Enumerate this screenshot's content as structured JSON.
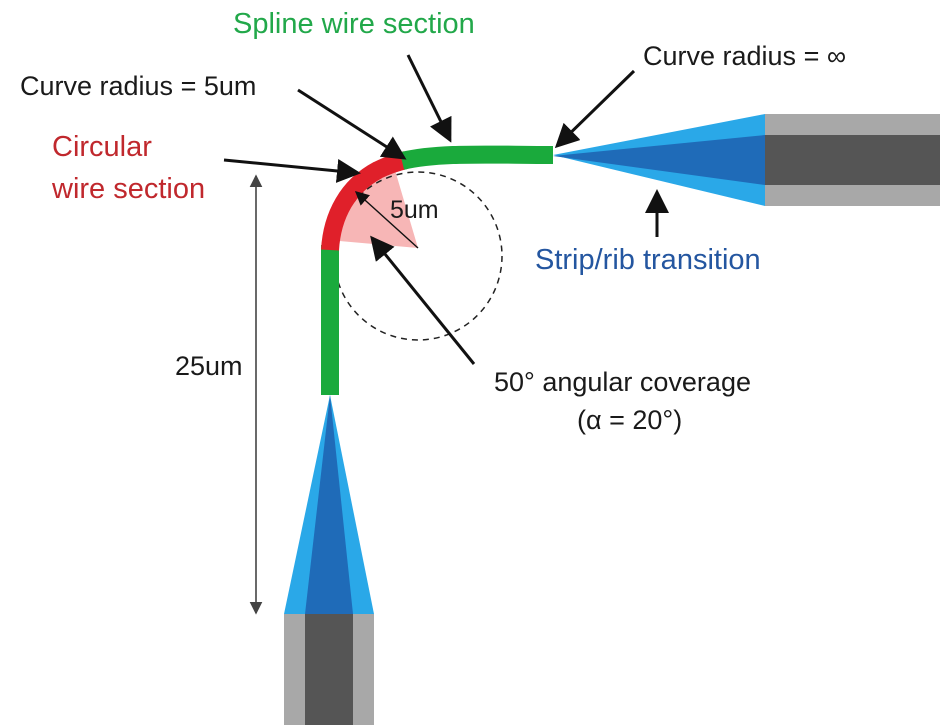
{
  "labels": {
    "spline_wire_section": "Spline wire section",
    "curve_radius_5um": "Curve radius = 5um",
    "curve_radius_inf": "Curve radius = ∞",
    "circular_line1": "Circular",
    "circular_line2": "wire section",
    "radius_5um": "5um",
    "strip_rib_transition": "Strip/rib transition",
    "length_25um": "25um",
    "angular_coverage": "50° angular coverage",
    "alpha": "(α = 20°)"
  },
  "colors": {
    "spline_green": "#1aaa3c",
    "circular_red": "#e0202a",
    "circular_label_red": "#c0282d",
    "spline_label_green": "#22a84a",
    "strip_rib_label_blue": "#2456a0",
    "wedge_pink": "#f7b6b6",
    "taper_light_blue": "#2aa8e8",
    "taper_dark_blue": "#1f6bb8",
    "waveguide_light_gray": "#a8a8a8",
    "waveguide_dark_gray": "#555555",
    "text_dark": "#1a1a1a"
  }
}
